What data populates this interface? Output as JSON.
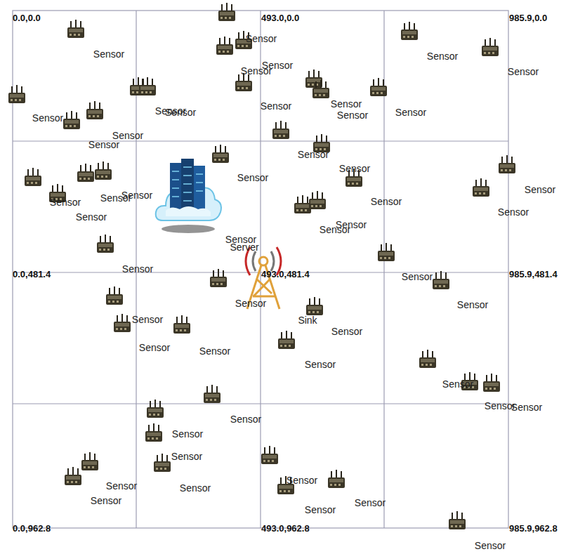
{
  "diagram": {
    "labels": [
      "0.0,0.0",
      "493.0,0.0",
      "985.9,0.0",
      "0.0,481.4",
      "493.0,481.4",
      "985.9,481.4",
      "0.0,962.8",
      "493.0,962.8",
      "985.9,962.8",
      "Sensor",
      "Sensor",
      "Sensor",
      "Sensor",
      "Sensor",
      "Sensor",
      "Sensor",
      "Sensor",
      "Sensor",
      "Sensor",
      "Sensor",
      "Sensor",
      "Sensor",
      "Sensor",
      "Sensor",
      "Sensor",
      "Sensor",
      "Sensor",
      "Sensor",
      "Sensor",
      "Sensor",
      "Sensor",
      "Sensor",
      "Sensor",
      "Sensor",
      "Sensor",
      "Sensor",
      "Sensor",
      "Sensor",
      "Sensor",
      "Sensor",
      "Sensor",
      "Sensor",
      "Sensor",
      "Sensor",
      "Sensor",
      "Sensor",
      "Sensor",
      "Sensor",
      "Sensor",
      "Sensor",
      "Sensor",
      "Sensor",
      "Sensor",
      "Sensor",
      "Sensor",
      "Sensor",
      "Sensor",
      "Sensor",
      "Sensor",
      "Server",
      "Sink"
    ]
  }
}
